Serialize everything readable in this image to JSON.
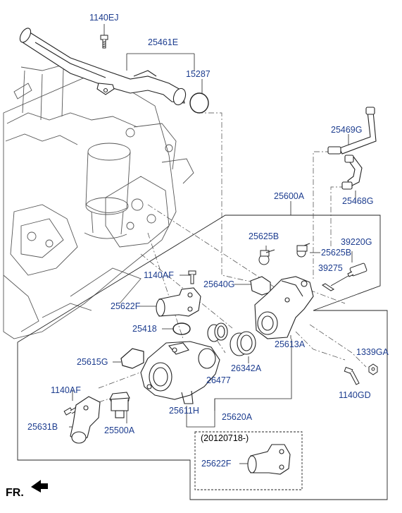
{
  "part_labels": {
    "bolt_1140ej": "1140EJ",
    "pipe_25461e": "25461E",
    "oring_15287": "15287",
    "hose_25469g": "25469G",
    "hose_25468g": "25468G",
    "assy_25600a": "25600A",
    "plug_25625b_left": "25625B",
    "plug_25625b_right": "25625B",
    "sensor_39220g": "39220G",
    "clip_39275": "39275",
    "bolt_1140af_top": "1140AF",
    "gasket_25640g": "25640G",
    "fitting_25622f": "25622F",
    "oring_25418": "25418",
    "housing_25613a": "25613A",
    "nut_1339ga": "1339GA",
    "gasket_25615g": "25615G",
    "seal_26342a": "26342A",
    "bolt_1140af_left": "1140AF",
    "pipe_26477": "26477",
    "bolt_1140gd": "1140GD",
    "housing_25611h": "25611H",
    "cover_25631b": "25631B",
    "thermostat_25500a": "25500A",
    "assy_25620a": "25620A",
    "fitting_25622f_new": "25622F"
  },
  "inset": {
    "date_note": "(20120718-)"
  },
  "direction_marker": {
    "label": "FR."
  },
  "colors": {
    "label_text": "#1d3d8f",
    "line_art": "#222222",
    "engine_art": "#555555"
  }
}
